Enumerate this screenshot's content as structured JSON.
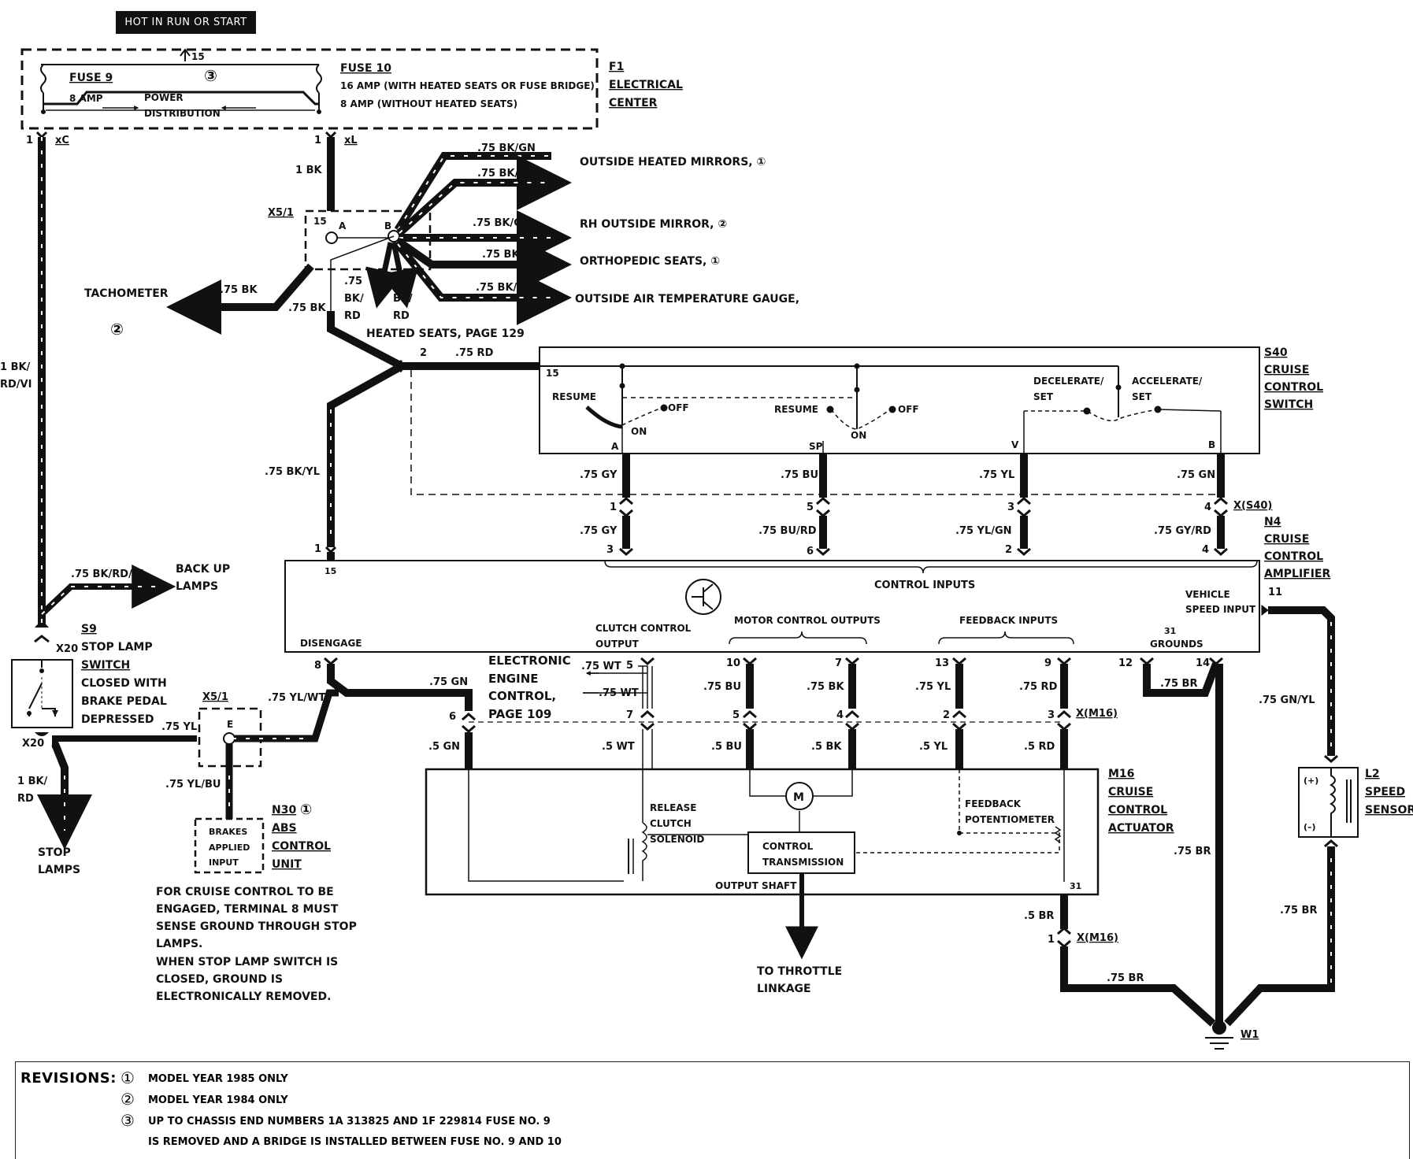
{
  "header": {
    "mode": "HOT IN RUN OR START"
  },
  "f1": {
    "pin15": "15",
    "fuse9": "FUSE 9",
    "fuse9_amp": "8 AMP",
    "fuse10": "FUSE 10",
    "fuse10_a": "16 AMP (WITH HEATED SEATS OR FUSE BRIDGE)",
    "fuse10_b": "8 AMP (WITHOUT HEATED SEATS)",
    "power": "POWER",
    "distribution": "DISTRIBUTION",
    "mark": "③",
    "name": [
      "F1",
      "ELECTRICAL",
      "CENTER"
    ],
    "pin_c": "1",
    "conn_c": "xC",
    "pin_l": "1",
    "conn_l": "xL"
  },
  "x51_top": {
    "name": "X5/1",
    "pin15": "15",
    "a": "A",
    "b": "B",
    "wire_1bk": "1 BK",
    "wire_mirror_gn1": ".75 BK/GN",
    "wire_mirror_gn2": ".75 BK/GN",
    "wire_rh": ".75 BK/GN",
    "wire_seat": ".75 BK",
    "wire_temp": ".75 BK/GN",
    "wire_tach": ".75 BK",
    "wire_tach2": ".75 BK",
    "hs1": [
      ".75",
      "BK/",
      "RD"
    ],
    "hs2": [
      ".75",
      "BK/",
      "RD"
    ]
  },
  "loads": {
    "mirrors": "OUTSIDE HEATED MIRRORS, ①",
    "rh_mirror": "RH OUTSIDE MIRROR, ②",
    "ortho": "ORTHOPEDIC SEATS, ①",
    "temp": "OUTSIDE AIR TEMPERATURE GAUGE,",
    "tach": "TACHOMETER",
    "tach_mark": "②",
    "heated": "HEATED SEATS, PAGE 129"
  },
  "left_wire": {
    "l1": "1 BK/",
    "l2": "RD/VI"
  },
  "s40": {
    "name": [
      "S40",
      "CRUISE",
      "CONTROL",
      "SWITCH"
    ],
    "pin15": "15",
    "pin2": "2",
    "wire_in": ".75 RD",
    "resume1": "RESUME",
    "off1": "OFF",
    "on1": "ON",
    "resume2": "RESUME",
    "off2": "OFF",
    "on2": "ON",
    "decel": [
      "DECELERATE/",
      "SET"
    ],
    "accel": [
      "ACCELERATE/",
      "SET"
    ],
    "pins": [
      "A",
      "SP",
      "V",
      "B"
    ]
  },
  "xs40": {
    "name": "X(S40)",
    "upper_wires": [
      ".75 GY",
      ".75 BU",
      ".75 YL",
      ".75 GN"
    ],
    "pins": [
      "1",
      "5",
      "3",
      "4"
    ],
    "lower_wires": [
      ".75 GY",
      ".75 BU/RD",
      ".75 YL/GN",
      ".75 GY/RD"
    ],
    "amp_pins": [
      "3",
      "6",
      "2",
      "4"
    ]
  },
  "n4": {
    "name": [
      "N4",
      "CRUISE",
      "CONTROL",
      "AMPLIFIER"
    ],
    "pin1": "1",
    "pin15": "15",
    "wire_bkyl": ".75 BK/YL",
    "control_inputs": "CONTROL INPUTS",
    "vehicle": [
      "VEHICLE",
      "SPEED INPUT"
    ],
    "pin11": "11",
    "clutch": [
      "CLUTCH CONTROL",
      "OUTPUT"
    ],
    "motor": "MOTOR CONTROL OUTPUTS",
    "feedback": "FEEDBACK INPUTS",
    "grounds": [
      "31",
      "GROUNDS"
    ],
    "disengage": "DISENGAGE"
  },
  "backup": {
    "wire": ".75 BK/RD/VI",
    "label": [
      "BACK UP",
      "LAMPS"
    ]
  },
  "s9": {
    "conn_top": "X20",
    "conn_bot": "X20",
    "name": [
      "S9",
      "STOP LAMP",
      "SWITCH"
    ],
    "desc": [
      "CLOSED WITH",
      "BRAKE PEDAL",
      "DEPRESSED"
    ],
    "wire_out": [
      "1 BK/",
      "RD"
    ],
    "stop": [
      "STOP",
      "LAMPS"
    ]
  },
  "x51_low": {
    "name": "X5/1",
    "pin": "E",
    "w_left": ".75 YL",
    "w_right": ".75 YL/WT",
    "w_down": ".75 YL/BU"
  },
  "n30": {
    "name": "N30",
    "mark": "①",
    "lines": [
      "ABS",
      "CONTROL",
      "UNIT"
    ],
    "box": [
      "BRAKES",
      "APPLIED",
      "INPUT"
    ]
  },
  "note": [
    "FOR CRUISE CONTROL TO BE",
    "ENGAGED, TERMINAL 8 MUST",
    "SENSE GROUND THROUGH STOP",
    "LAMPS.",
    "WHEN STOP LAMP SWITCH IS",
    "CLOSED, GROUND IS",
    "ELECTRONICALLY REMOVED."
  ],
  "lower": {
    "pin8": "8",
    "pin6": "6",
    "w_gn": ".75 GN",
    "w_5gn": ".5 GN",
    "ece": [
      "ELECTRONIC",
      "ENGINE",
      "CONTROL,",
      "PAGE 109"
    ],
    "p5": "5",
    "p7": "7",
    "w_wt1": ".75 WT",
    "w_wt2": ".75 WT",
    "w_5wt": ".5 WT",
    "p10": "10",
    "p7b": "7",
    "w_bu": ".75 BU",
    "w_bk": ".75 BK",
    "p5b": "5",
    "p4": "4",
    "w_5bu": ".5 BU",
    "w_5bk": ".5 BK",
    "p13": "13",
    "p9": "9",
    "w_yl": ".75 YL",
    "w_rd": ".75 RD",
    "p2": "2",
    "p3": "3",
    "w_5yl": ".5 YL",
    "w_5rd": ".5 RD",
    "xm16": "X(M16)",
    "p12": "12",
    "p14": "14",
    "w_br": ".75 BR"
  },
  "m16": {
    "name": [
      "M16",
      "CRUISE",
      "CONTROL",
      "ACTUATOR"
    ],
    "motor": "M",
    "release": [
      "RELEASE",
      "CLUTCH",
      "SOLENOID"
    ],
    "ctrl": [
      "CONTROL",
      "TRANSMISSION"
    ],
    "fb": [
      "FEEDBACK",
      "POTENTIOMETER"
    ],
    "shaft": "OUTPUT SHAFT",
    "pin31": "31",
    "throttle": [
      "TO THROTTLE",
      "LINKAGE"
    ]
  },
  "ground": {
    "w_5br": ".5 BR",
    "p1": "1",
    "xm16": "X(M16)",
    "w_br1": ".75 BR",
    "w_br2": ".75 BR",
    "w_br3": ".75 BR",
    "w1": "W1"
  },
  "l2": {
    "name": [
      "L2",
      "SPEED",
      "SENSOR"
    ],
    "wire": ".75 GN/YL",
    "plus": "(+)",
    "minus": "(–)"
  },
  "revisions": {
    "title": "REVISIONS:",
    "items": [
      {
        "mark": "①",
        "text": "MODEL YEAR 1985 ONLY"
      },
      {
        "mark": "②",
        "text": "MODEL YEAR 1984 ONLY"
      },
      {
        "mark": "③",
        "text": "UP TO CHASSIS END NUMBERS 1A 313825 AND 1F 229814 FUSE NO. 9"
      }
    ],
    "cont": "IS REMOVED AND A BRIDGE IS INSTALLED BETWEEN FUSE NO. 9 AND 10"
  }
}
